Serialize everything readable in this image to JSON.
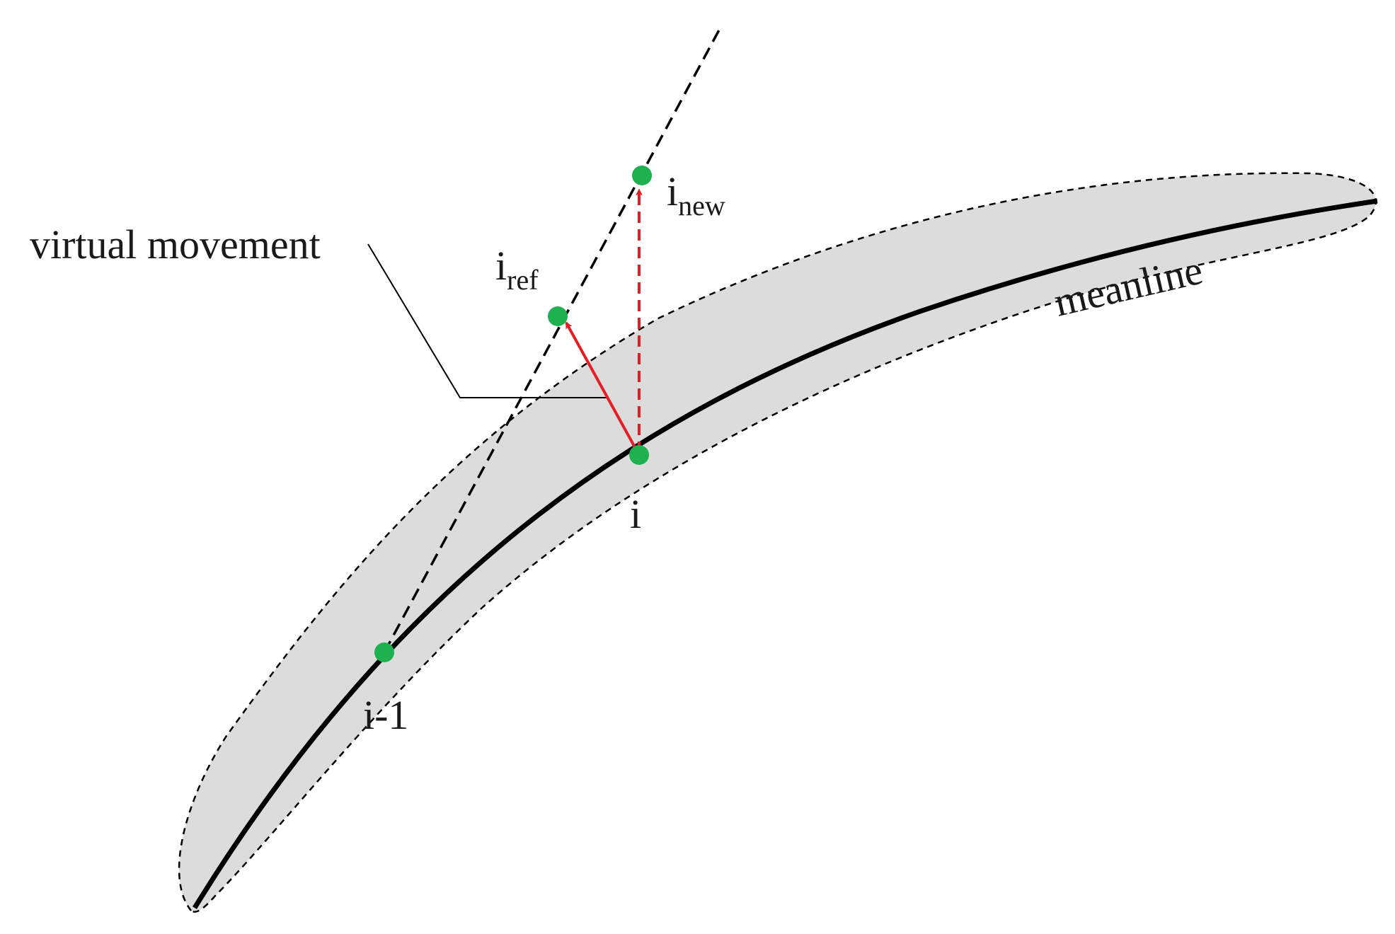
{
  "labels": {
    "virtual_movement": "virtual movement",
    "meanline": "meanline",
    "point_i": "i",
    "point_i_minus_1": "i-1",
    "point_i_ref_base": "i",
    "point_i_ref_sub": "ref",
    "point_i_new_base": "i",
    "point_i_new_sub": "new"
  },
  "colors": {
    "blade_fill": "#dcdcdc",
    "meanline": "#000000",
    "point": "#1fb14f",
    "virtual_arrow": "#e31e24",
    "dashed_line": "#000000"
  }
}
